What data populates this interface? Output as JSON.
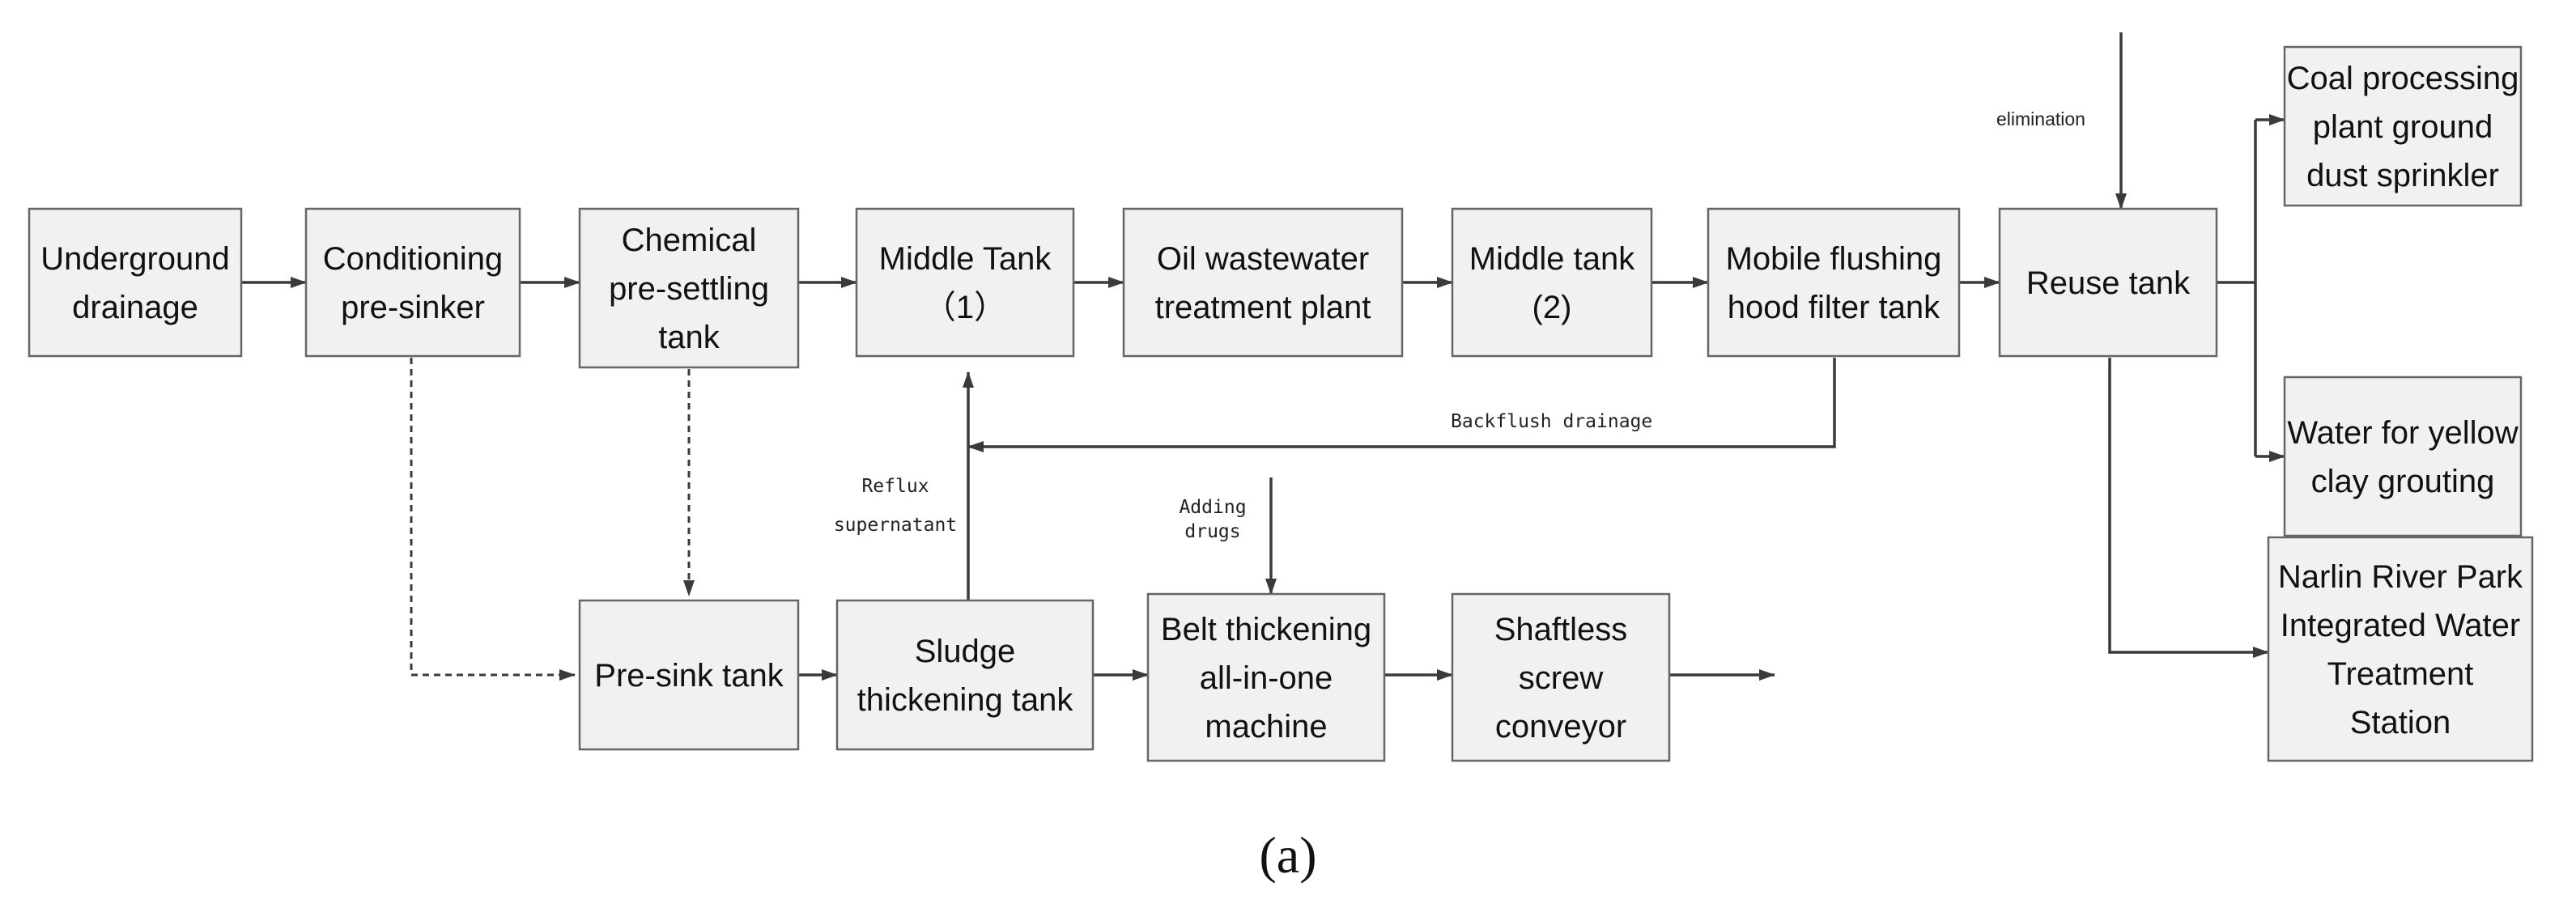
{
  "diagram": {
    "nodes": [
      {
        "id": "underground",
        "lines": [
          "Underground",
          "drainage"
        ]
      },
      {
        "id": "conditioning",
        "lines": [
          "Conditioning",
          "pre-sinker"
        ]
      },
      {
        "id": "chemical",
        "lines": [
          "Chemical",
          "pre-settling",
          "tank"
        ]
      },
      {
        "id": "middle1",
        "lines": [
          "Middle Tank",
          "（1）"
        ]
      },
      {
        "id": "oil",
        "lines": [
          "Oil wastewater",
          "treatment plant"
        ]
      },
      {
        "id": "middle2",
        "lines": [
          "Middle tank",
          "(2)"
        ]
      },
      {
        "id": "mobile",
        "lines": [
          "Mobile flushing",
          "hood filter tank"
        ]
      },
      {
        "id": "reuse",
        "lines": [
          "Reuse tank"
        ]
      },
      {
        "id": "coal",
        "lines": [
          "Coal processing",
          "plant ground",
          "dust sprinkler"
        ]
      },
      {
        "id": "yellow",
        "lines": [
          "Water for yellow",
          "clay grouting"
        ]
      },
      {
        "id": "narlin",
        "lines": [
          "Narlin River Park",
          "Integrated Water",
          "Treatment",
          "Station"
        ]
      },
      {
        "id": "presink",
        "lines": [
          "Pre-sink tank"
        ]
      },
      {
        "id": "sludge",
        "lines": [
          "Sludge",
          "thickening tank"
        ]
      },
      {
        "id": "belt",
        "lines": [
          "Belt thickening",
          "all-in-one",
          "machine"
        ]
      },
      {
        "id": "shaftless",
        "lines": [
          "Shaftless",
          "screw",
          "conveyor"
        ]
      }
    ],
    "labels": {
      "elimination": "elimination",
      "backflush": "Backflush drainage",
      "reflux": [
        "Reflux",
        "supernatant"
      ],
      "adding": [
        "Adding",
        "drugs"
      ]
    },
    "caption": "(a)"
  }
}
